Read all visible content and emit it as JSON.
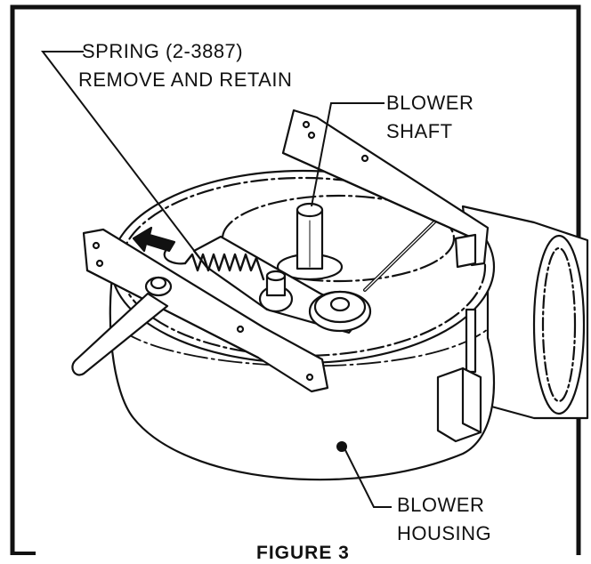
{
  "callouts": {
    "spring_line1": "SPRING (2-3887)",
    "spring_line2": "REMOVE AND RETAIN",
    "shaft_line1": "BLOWER",
    "shaft_line2": "SHAFT",
    "housing_line1": "BLOWER",
    "housing_line2": "HOUSING"
  },
  "caption": "FIGURE 3"
}
